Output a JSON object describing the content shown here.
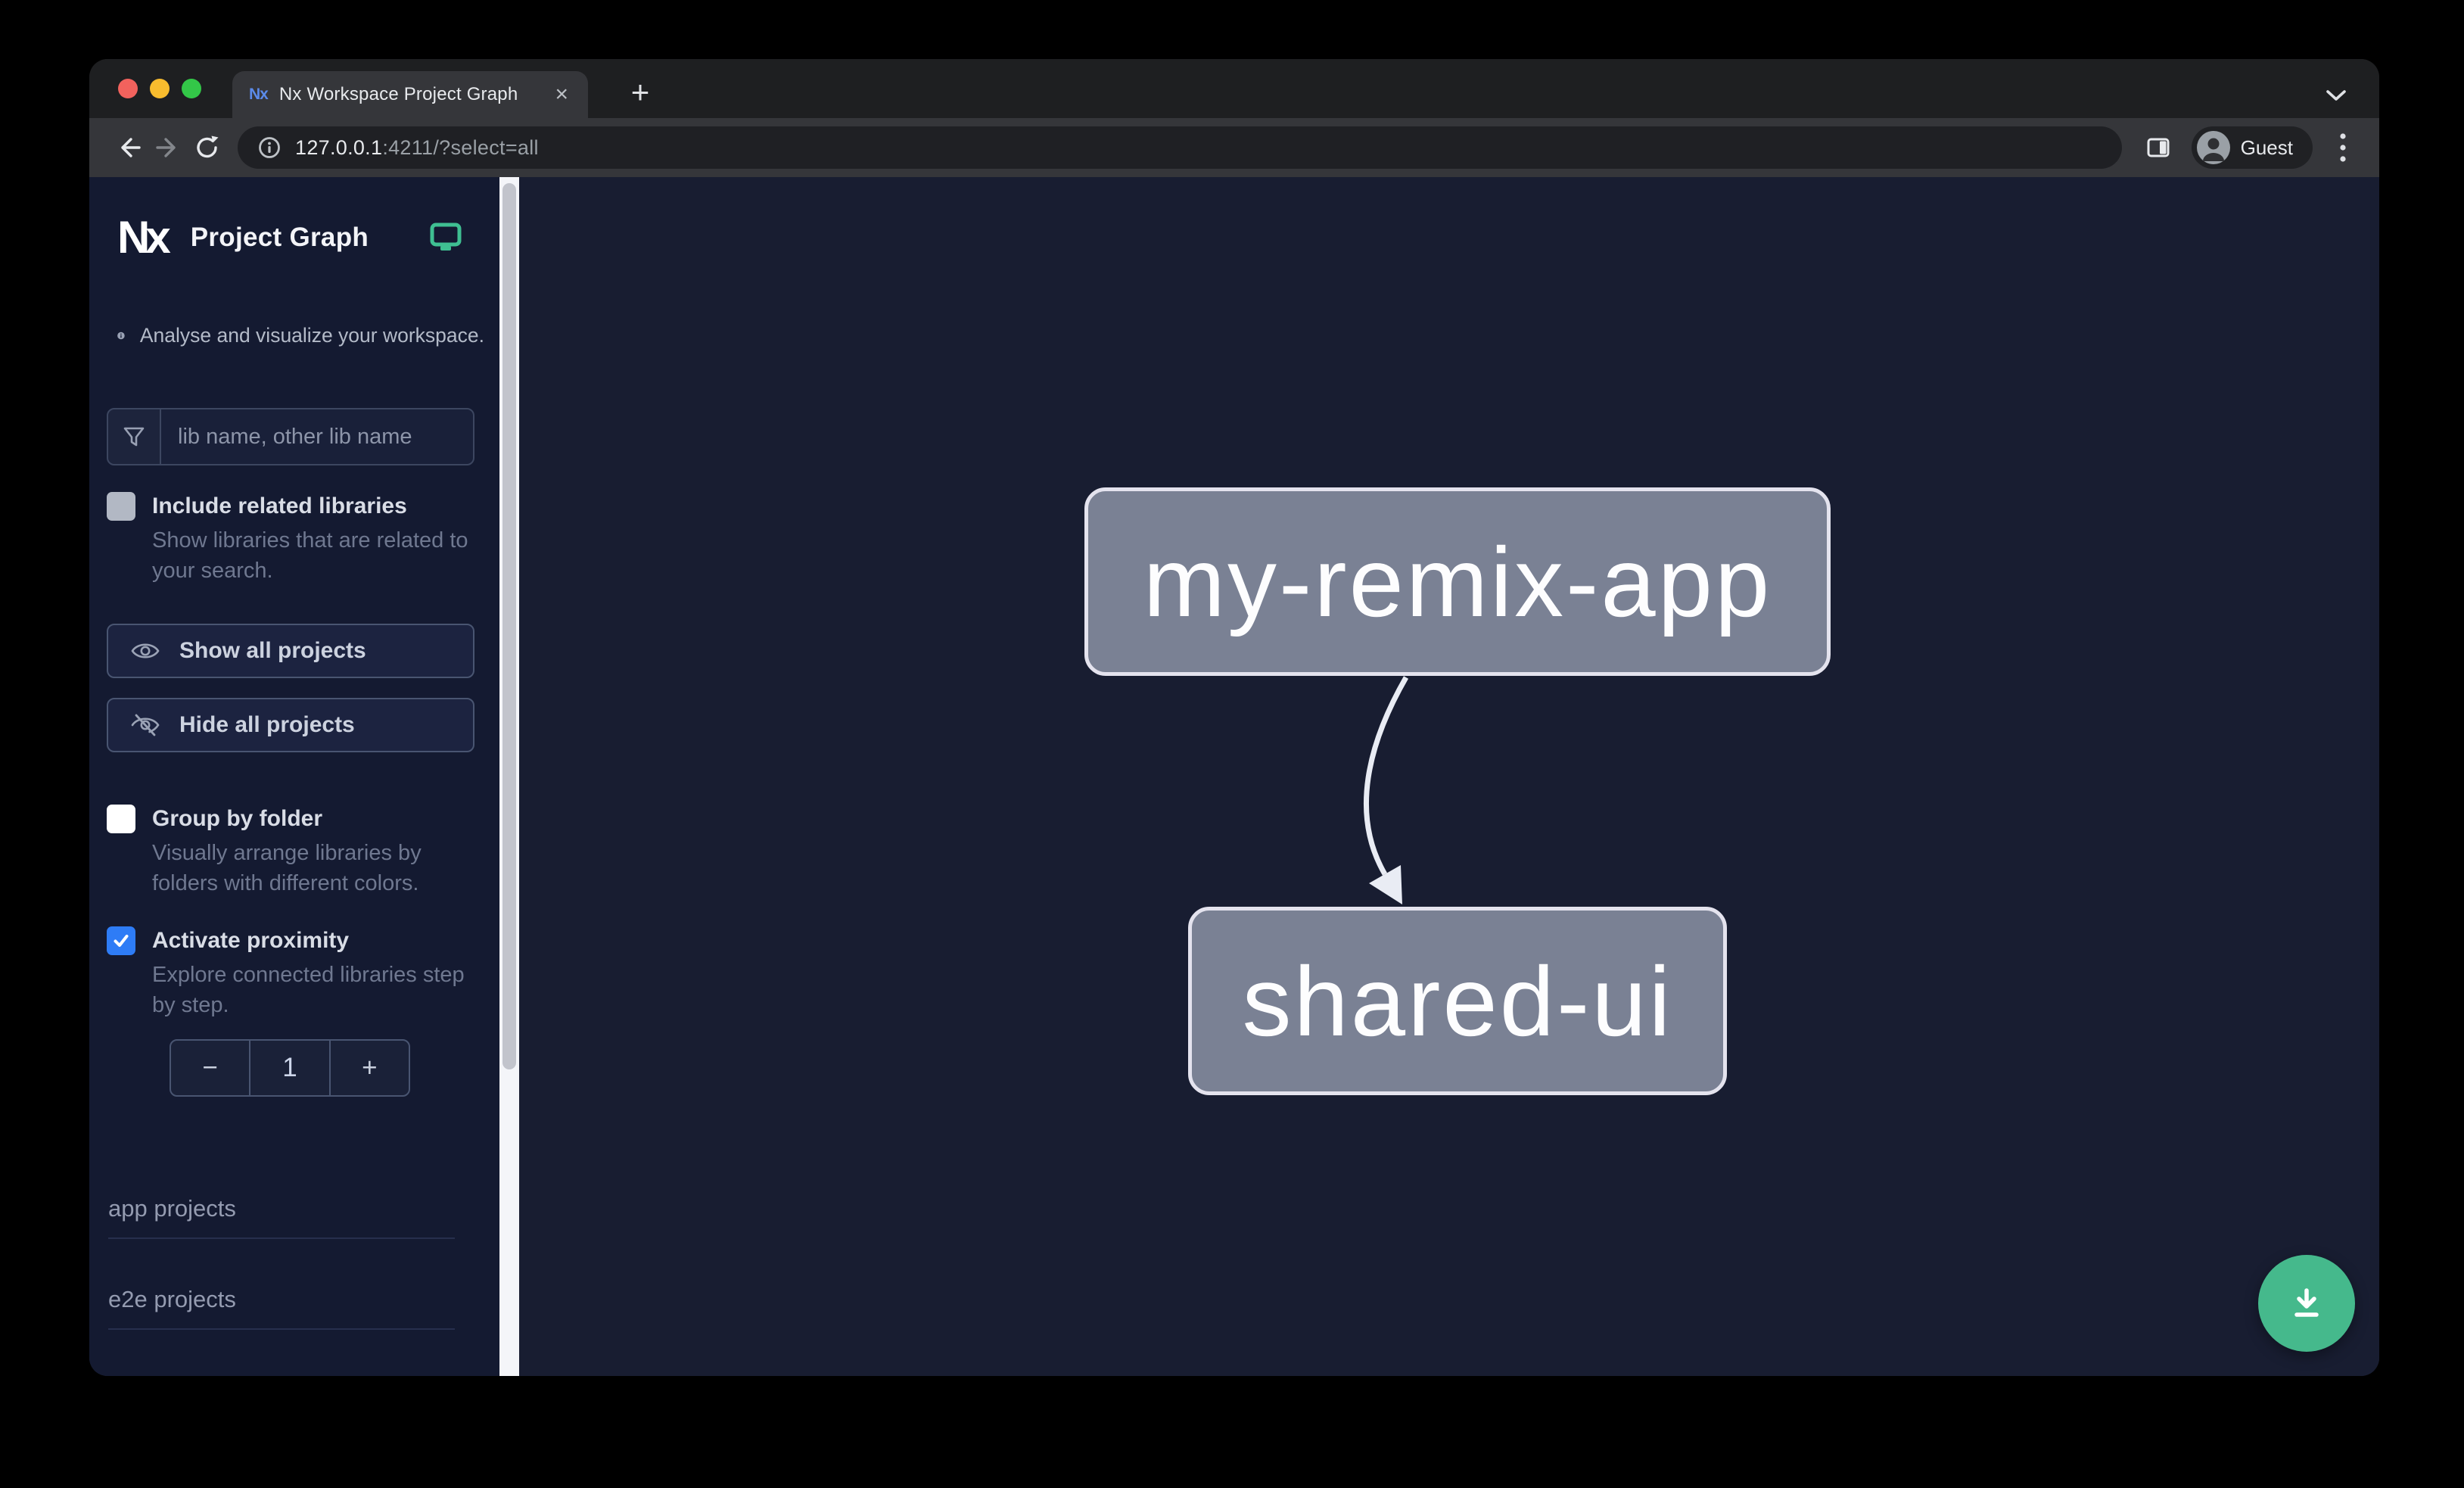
{
  "browser": {
    "window_controls": {
      "close": "close",
      "minimize": "minimize",
      "zoom": "zoom"
    },
    "tab": {
      "title": "Nx Workspace Project Graph",
      "close_glyph": "×",
      "favicon_text": "Nx"
    },
    "new_tab_glyph": "+",
    "url": {
      "host": "127.0.0.1",
      "rest": ":4211/?select=all"
    },
    "profile_label": "Guest"
  },
  "sidebar": {
    "brand": {
      "logo_text": "Nx",
      "title": "Project Graph"
    },
    "tagline": "Analyse and visualize your workspace.",
    "filter": {
      "placeholder": "lib name, other lib name"
    },
    "options": [
      {
        "label": "Include related libraries",
        "desc_lines": [
          "Show libraries that are related to",
          "your search."
        ],
        "checked": false
      },
      {
        "label": "Group by folder",
        "desc_lines": [
          "Visually arrange libraries by",
          "folders with different colors."
        ],
        "checked": false
      },
      {
        "label": "Activate proximity",
        "desc_lines": [
          "Explore connected libraries step",
          "by step."
        ],
        "checked": true
      }
    ],
    "actions": [
      {
        "label": "Show all projects",
        "icon": "eye"
      },
      {
        "label": "Hide all projects",
        "icon": "eye-off"
      }
    ],
    "stepper": {
      "decrement_glyph": "−",
      "value": "1",
      "increment_glyph": "+"
    },
    "sections": [
      {
        "label": "app projects"
      },
      {
        "label": "e2e projects"
      }
    ]
  },
  "graph": {
    "nodes": [
      {
        "id": "my-remix-app",
        "label": "my-remix-app"
      },
      {
        "id": "shared-ui",
        "label": "shared-ui"
      }
    ],
    "edges": [
      {
        "source": "my-remix-app",
        "target": "shared-ui"
      }
    ]
  },
  "colors": {
    "accent_green": "#3fbf92",
    "fab_green": "#45b98c",
    "checkbox_blue": "#2e7cf6",
    "node_fill": "#7a8194",
    "node_border": "#e4e3ee",
    "edge": "#e9ecf4",
    "sidebar_bg": "#141a31",
    "canvas_bg": "#181d31"
  }
}
